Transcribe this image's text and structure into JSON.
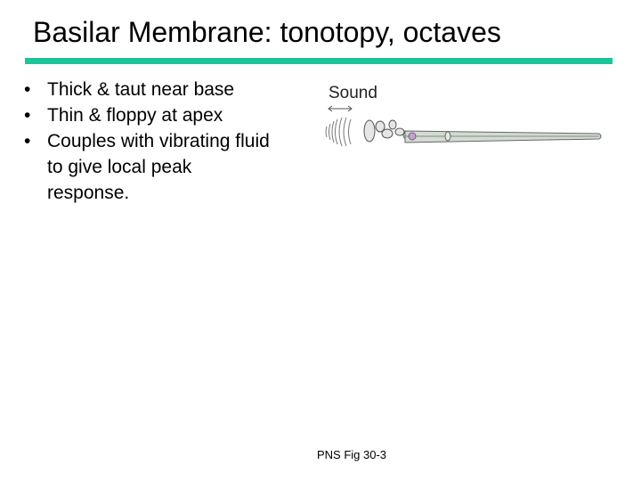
{
  "slide": {
    "title": "Basilar Membrane: tonotopy, octaves",
    "accent_color": "#1cc49b",
    "bullets": [
      "Thick & taut near base",
      "Thin & floppy at apex",
      "Couples with vibrating fluid to give local peak response."
    ],
    "bullet_symbol": "•"
  },
  "figure": {
    "sound_label": "Sound",
    "caption": "PNS Fig 30-3"
  }
}
